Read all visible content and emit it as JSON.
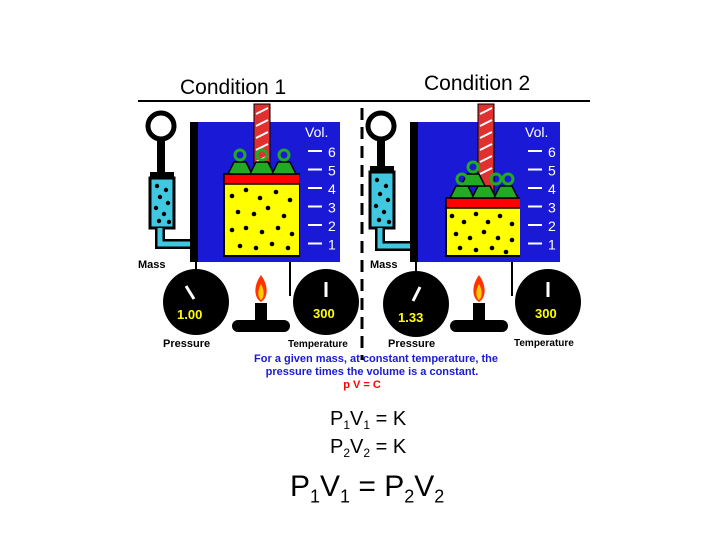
{
  "headers": {
    "condition1": "Condition 1",
    "condition2": "Condition 2"
  },
  "apparatus1": {
    "vol_label": "Vol.",
    "scale": [
      "6",
      "5",
      "4",
      "3",
      "2",
      "1"
    ],
    "mass_label": "Mass",
    "pressure_value": "1.00",
    "pressure_label": "Pressure",
    "temperature_value": "300",
    "temperature_label": "Temperature"
  },
  "apparatus2": {
    "vol_label": "Vol.",
    "scale": [
      "6",
      "5",
      "4",
      "3",
      "2",
      "1"
    ],
    "mass_label": "Mass",
    "pressure_value": "1.33",
    "pressure_label": "Pressure",
    "temperature_value": "300",
    "temperature_label": "Temperature"
  },
  "caption": {
    "line1": "For a given mass, at constant temperature, the",
    "line2": "pressure times  the volume is  a constant.",
    "formula": "p V  =  C"
  },
  "equations": {
    "eq1": {
      "a": "P",
      "a_sub": "1",
      "b": "V",
      "b_sub": "1",
      "rhs": " = K"
    },
    "eq2": {
      "a": "P",
      "a_sub": "2",
      "b": "V",
      "b_sub": "2",
      "rhs": " = K"
    },
    "eq3": {
      "a": "P",
      "a_sub": "1",
      "b": "V",
      "b_sub": "1",
      "mid": " = P",
      "c_sub": "2",
      "c": "V",
      "d_sub": "2"
    }
  },
  "colors": {
    "container": "#1a1ad6",
    "gas": "#ffff00",
    "piston": "#ff0000",
    "weight": "#22aa22",
    "rod": "#e03030",
    "pipe": "#40c8e0",
    "gauge": "#000000",
    "gauge_text": "#ffff00",
    "caption": "#1a1ad6",
    "formula": "#ff0000",
    "flame_outer": "#ff3300",
    "flame_inner": "#ffcc00"
  }
}
